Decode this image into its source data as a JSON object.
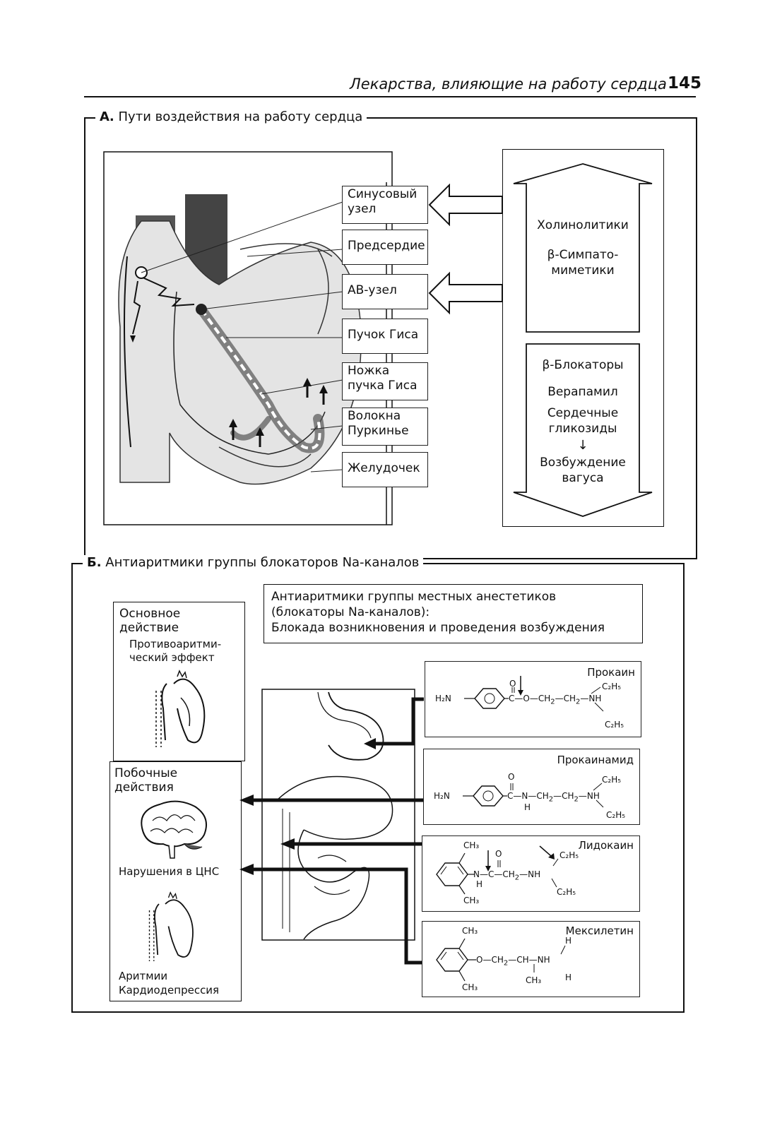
{
  "header": {
    "running_title": "Лекарства, влияющие на работу сердца",
    "page_number": "145"
  },
  "section_a": {
    "title_letter": "А.",
    "title": "Пути воздействия на работу сердца",
    "labels": [
      "Синусовый узел",
      "Предсердие",
      "АВ-узел",
      "Пучок Гиса",
      "Ножка пучка Гиса",
      "Волокна Пуркинье",
      "Желудочек"
    ],
    "upper_drugs": [
      "Холинолитики",
      "β-Симпато-миметики"
    ],
    "lower_drugs": [
      "β-Блокаторы",
      "Верапамил",
      "Сердечные гликозиды",
      "Возбуждение вагуса"
    ]
  },
  "section_b": {
    "title_letter": "Б.",
    "title": "Антиаритмики группы блокаторов Na-каналов",
    "info_box": [
      "Антиаритмики группы местных анестетиков",
      "(блокаторы Na-каналов):",
      "Блокада возникновения и проведения возбуждения"
    ],
    "main_action": {
      "heading": "Основное действие",
      "text": "Противоаритми-ческий эффект"
    },
    "side_effects": {
      "heading": "Побочные действия",
      "cns": "Нарушения в ЦНС",
      "cardiac": [
        "Аритмии",
        "Кардиодепрессия"
      ]
    },
    "drugs": [
      {
        "name": "Прокаин"
      },
      {
        "name": "Прокаинамид"
      },
      {
        "name": "Лидокаин"
      },
      {
        "name": "Мексилетин"
      }
    ],
    "chem": {
      "h2n": "H₂N",
      "c2h5": "C₂H₅",
      "ch2": "CH₂",
      "ch3": "CH₃",
      "nh": "NH",
      "o": "O",
      "c": "C",
      "n": "N",
      "h": "H",
      "ch": "CH"
    }
  }
}
